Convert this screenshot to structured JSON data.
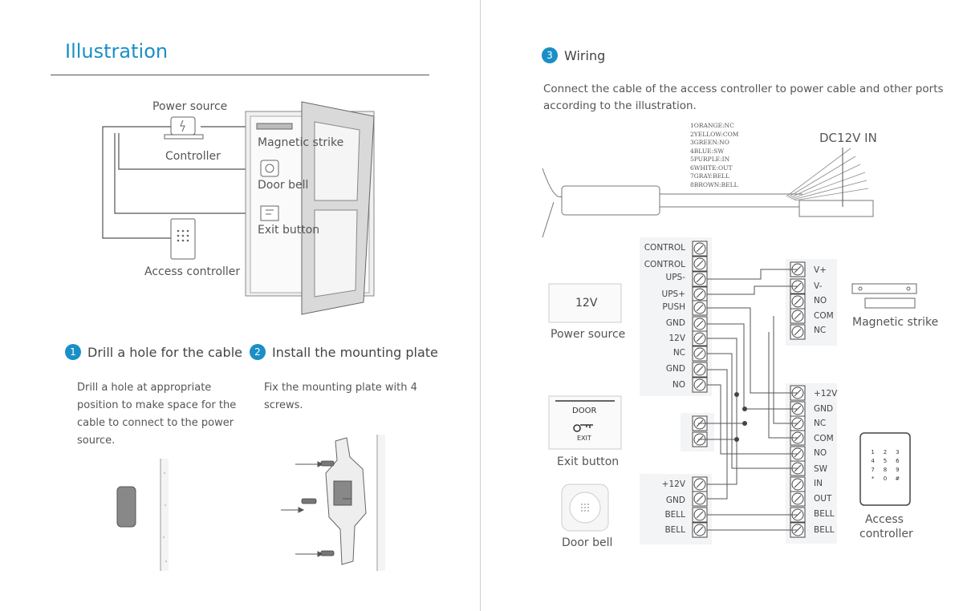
{
  "left": {
    "heading": "Illustration",
    "diagram": {
      "power_source": "Power source",
      "controller": "Controller",
      "magnetic_strike": "Magnetic strike",
      "door_bell": "Door bell",
      "exit_button": "Exit button",
      "access_controller": "Access controller"
    },
    "step1": {
      "number": "1",
      "title": "Drill a hole for the cable",
      "text": [
        "Drill a hole at appropriate",
        "position to make space for the",
        "cable to connect to the power",
        "source."
      ]
    },
    "step2": {
      "number": "2",
      "title": "Install the mounting plate",
      "text": [
        "Fix the mounting plate with 4",
        "screws."
      ]
    }
  },
  "right": {
    "step3": {
      "number": "3",
      "title": "Wiring"
    },
    "intro": [
      "Connect the cable of the access controller to power cable and other ports",
      "according to the illustration."
    ],
    "wire_colors": [
      "1ORANGE:NC",
      "2YELLOW:COM",
      "3GREEN:NO",
      "4BLUE:SW",
      "5PURPLE:IN",
      "6WHITE:OUT",
      "7GRAY:BELL",
      "8BROWN:BELL"
    ],
    "dc_in": "DC12V  IN",
    "power_block_labels": [
      "CONTROL",
      "CONTROL",
      "UPS-",
      "UPS+",
      "PUSH",
      "GND",
      "12V",
      "NC",
      "GND",
      "NO"
    ],
    "lock_block_labels": [
      "V+",
      "V-",
      "NO",
      "COM",
      "NC"
    ],
    "controller_block_labels": [
      "+12V",
      "GND",
      "NC",
      "COM",
      "NO",
      "SW",
      "IN",
      "OUT",
      "BELL",
      "BELL"
    ],
    "bell_block_labels": [
      "+12V",
      "GND",
      "BELL",
      "BELL"
    ],
    "power_source_box": "12V",
    "power_source_label": "Power source",
    "exit_box_title": "DOOR",
    "exit_box_sub": "EXIT",
    "exit_label": "Exit button",
    "doorbell_label": "Door bell",
    "magnetic_label": "Magnetic strike",
    "access_label": [
      "Access",
      "controller"
    ],
    "keypad": [
      "1",
      "2",
      "3",
      "4",
      "5",
      "6",
      "7",
      "8",
      "9",
      "*",
      "0",
      "#"
    ]
  }
}
